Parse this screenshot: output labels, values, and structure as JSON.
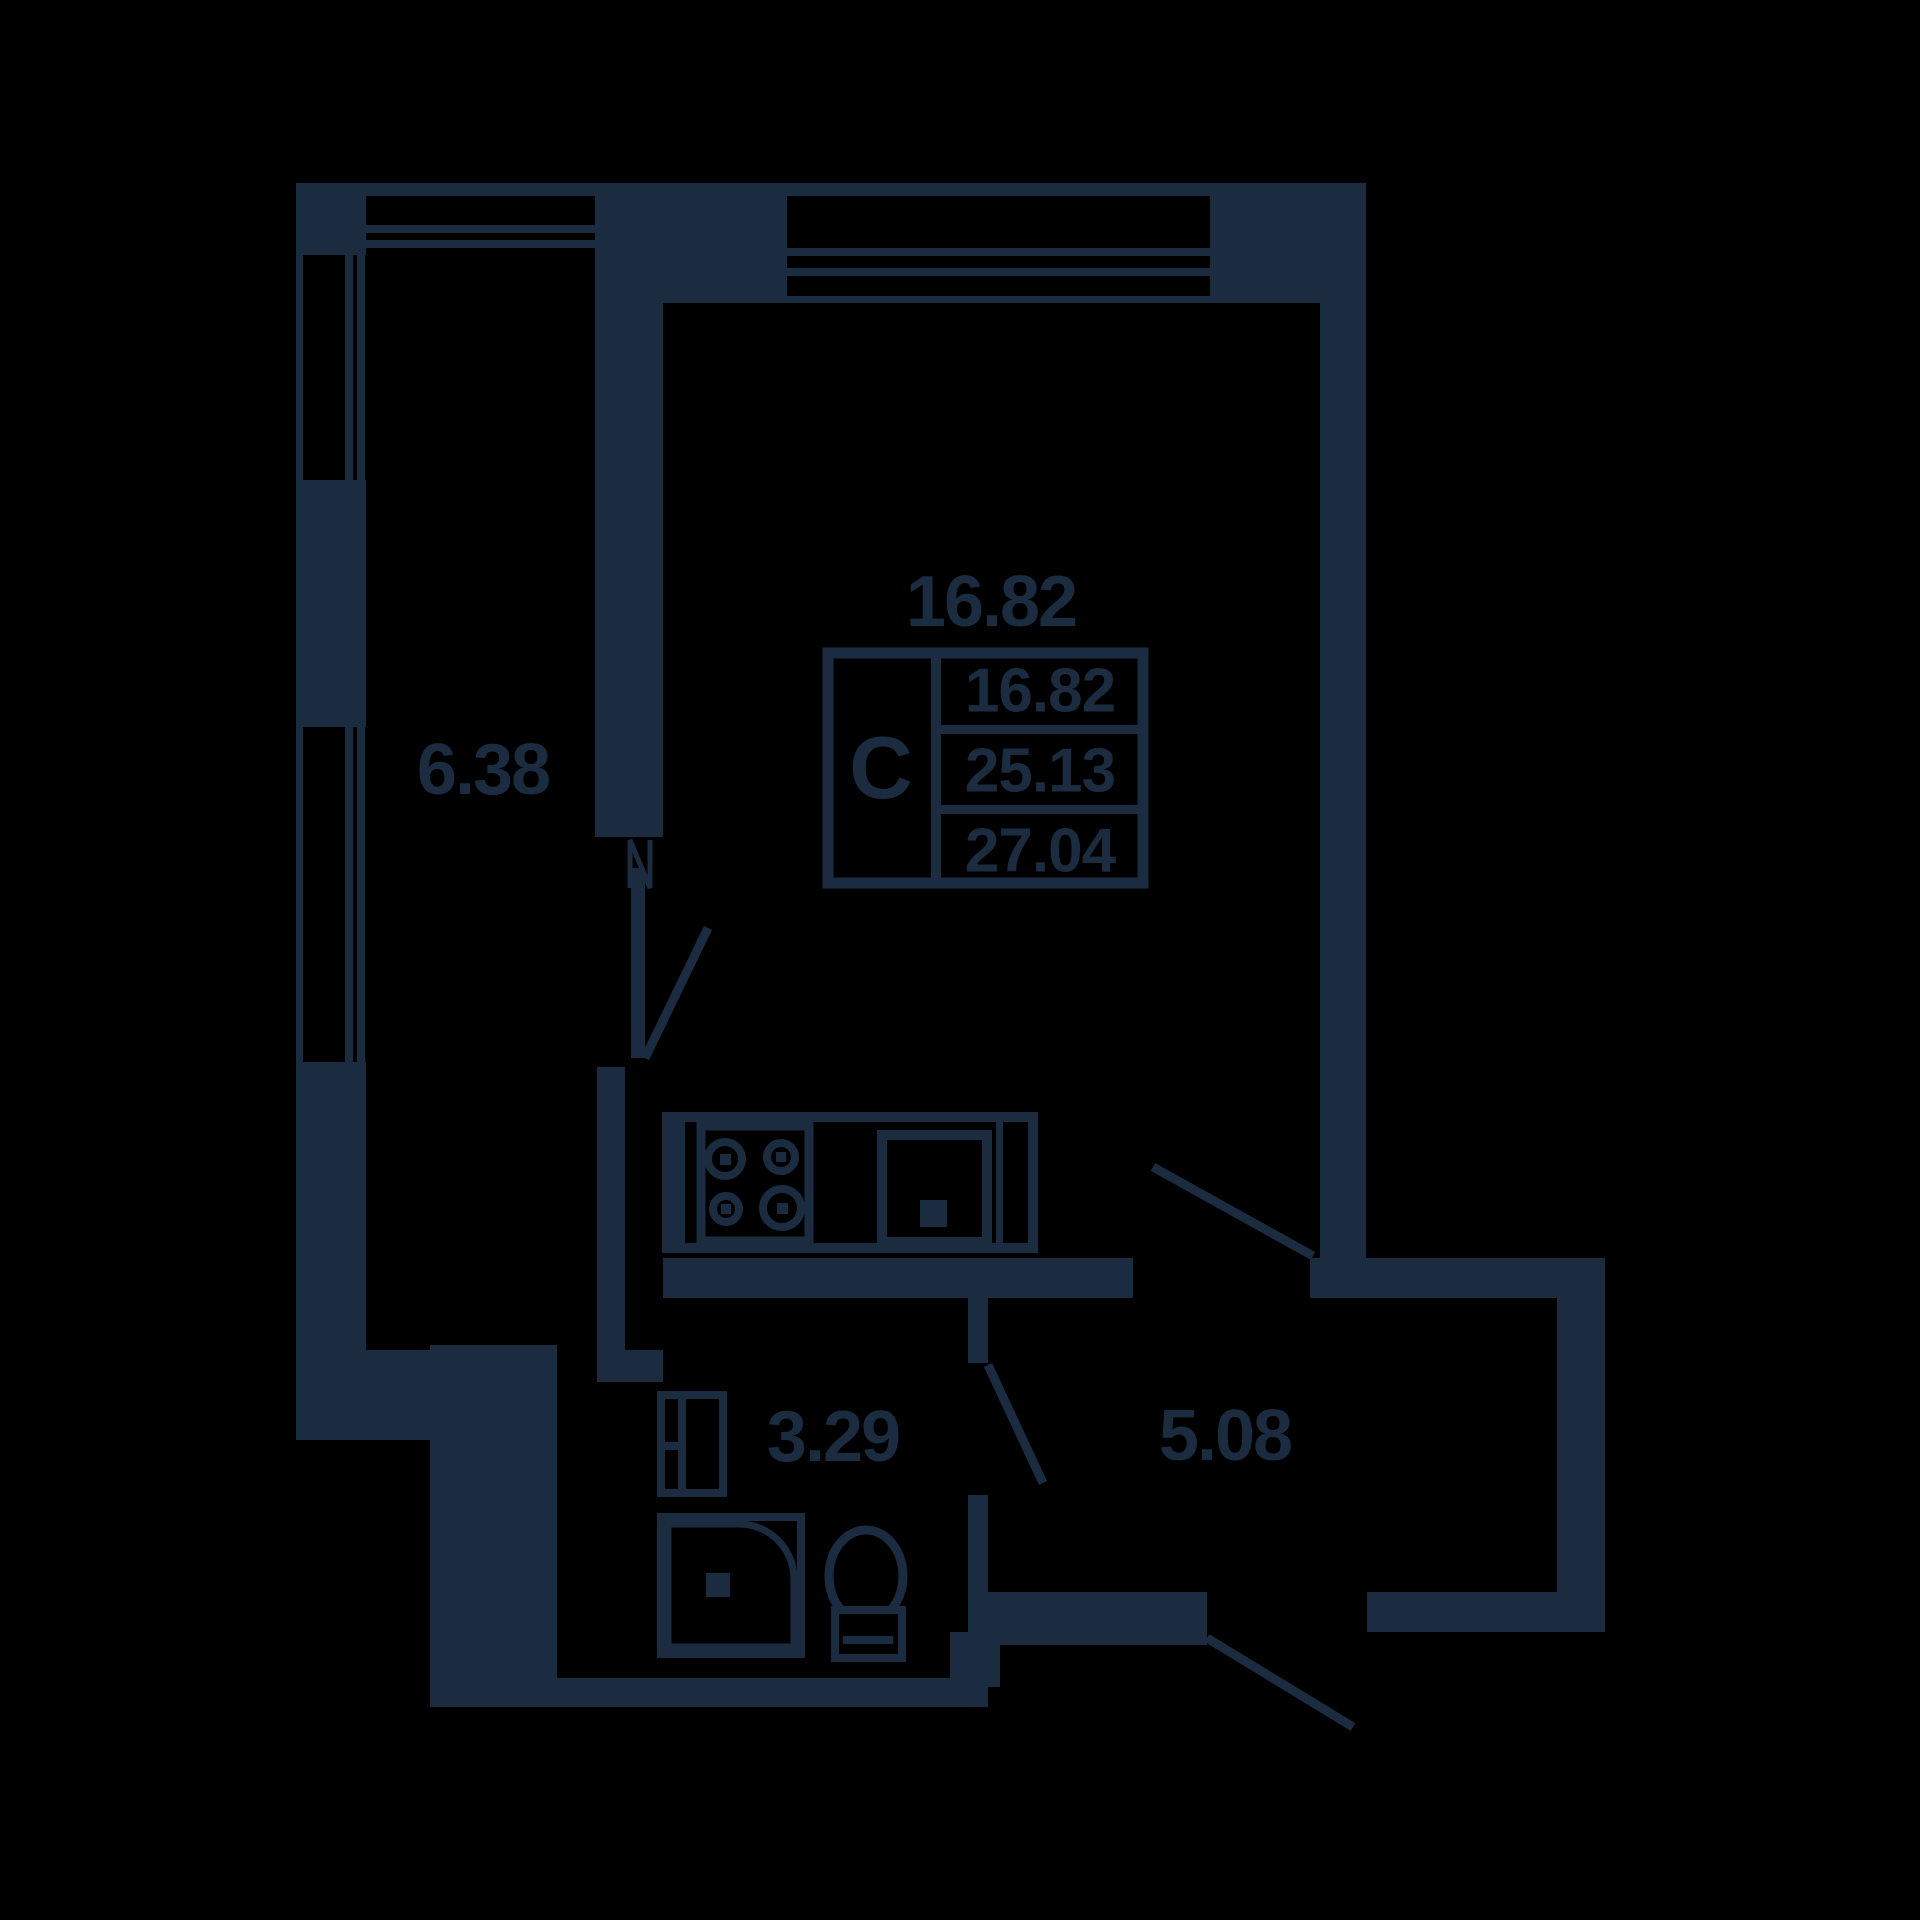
{
  "plan": {
    "background_color": "#000000",
    "wall_color": "#1C2C40",
    "rooms": {
      "living": {
        "area_label": "16.82"
      },
      "balcony": {
        "area_label": "6.38"
      },
      "bathroom": {
        "area_label": "3.29"
      },
      "hallway": {
        "area_label": "5.08"
      }
    },
    "info_box": {
      "type_label": "С",
      "row_living_area": "16.82",
      "row_apartment_area": "25.13",
      "row_total_area": "27.04"
    }
  }
}
